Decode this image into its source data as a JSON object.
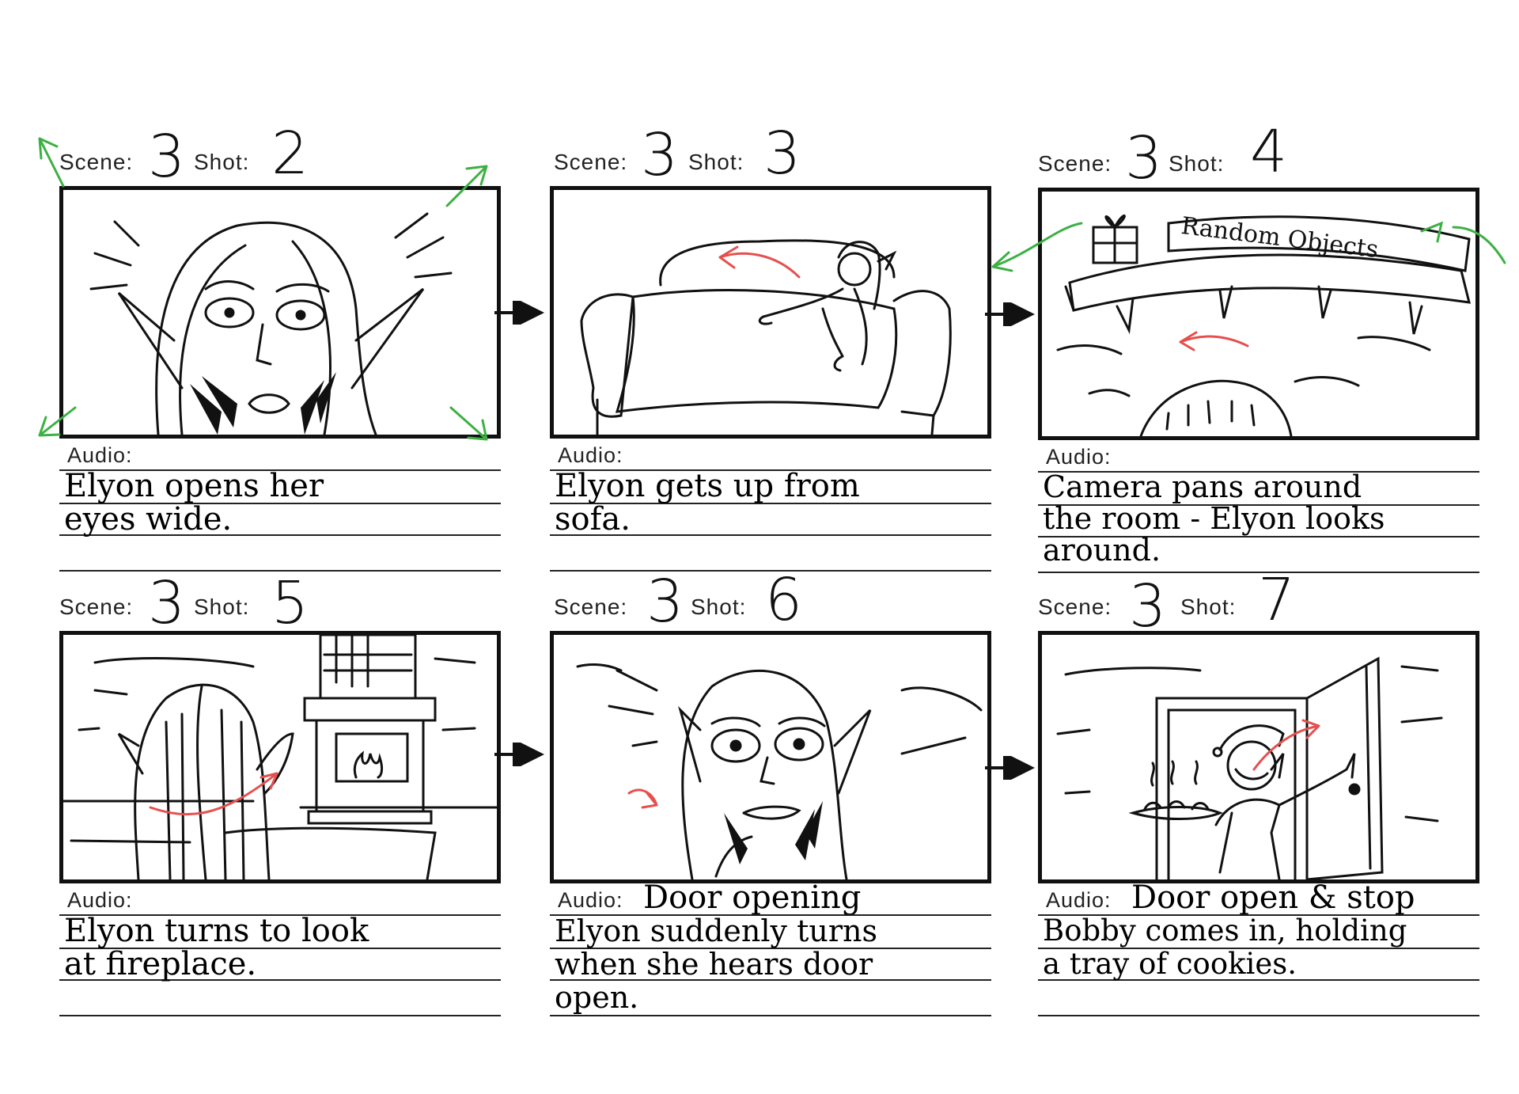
{
  "labels": {
    "scene": "Scene:",
    "shot": "Shot:",
    "audio": "Audio:"
  },
  "colors": {
    "action_arrow": "#e5504f",
    "camera_arrow": "#3cb043",
    "ink": "#111111"
  },
  "panels": [
    {
      "scene": "3",
      "shot": "2",
      "audio_lines": [
        "Elyon opens her",
        "eyes wide."
      ],
      "audio_extra": ""
    },
    {
      "scene": "3",
      "shot": "3",
      "audio_lines": [
        "Elyon gets up from",
        "sofa."
      ],
      "audio_extra": ""
    },
    {
      "scene": "3",
      "shot": "4",
      "audio_lines": [
        "Camera pans around",
        "the room - Elyon looks",
        "around."
      ],
      "audio_extra": "",
      "sign_text": "Random Objects"
    },
    {
      "scene": "3",
      "shot": "5",
      "audio_lines": [
        "Elyon turns to look",
        "at fireplace."
      ],
      "audio_extra": ""
    },
    {
      "scene": "3",
      "shot": "6",
      "audio_lines": [
        "Elyon suddenly turns",
        "when she hears door",
        "open."
      ],
      "audio_extra": "Door opening"
    },
    {
      "scene": "3",
      "shot": "7",
      "audio_lines": [
        "Bobby comes in, holding",
        "a tray of cookies."
      ],
      "audio_extra": "Door open & stop"
    }
  ]
}
